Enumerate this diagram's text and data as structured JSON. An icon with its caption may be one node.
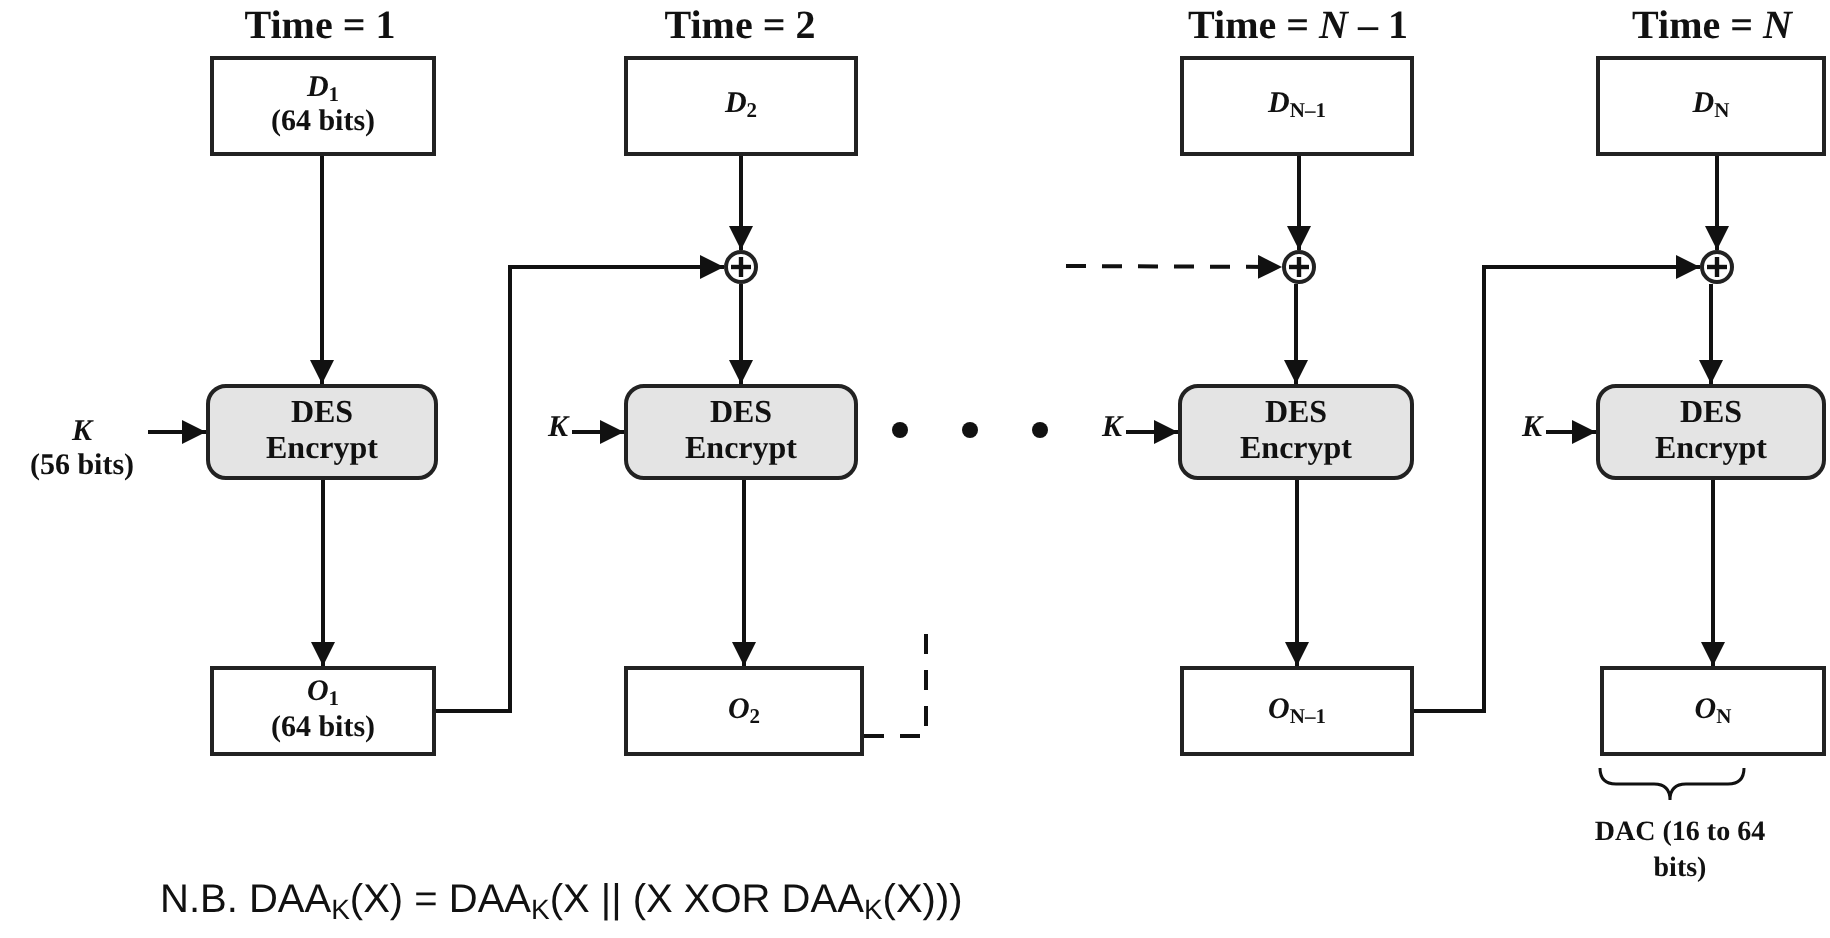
{
  "diagram": {
    "nodes": [
      {
        "text": [
          "*D*$_{1}$",
          "(64 bits)"
        ]
      },
      {
        "text": [
          "DES Encrypt"
        ]
      },
      {
        "text": [
          "*O*$_{1}$",
          "(64 bits)"
        ]
      },
      {
        "text": [
          "*K*",
          "(56 bits)"
        ]
      },
      {
        "text": [
          "*D*$_{2}$"
        ]
      },
      {
        "text": [],
        "shape": "circle"
      },
      {
        "text": [
          "DES Encrypt"
        ]
      },
      {
        "text": [
          "*O*$_{2}$"
        ]
      },
      {
        "text": [
          "*K*"
        ]
      },
      {
        "text": [
          "*D*$_{N–1}$"
        ]
      },
      {
        "text": [],
        "shape": "circle"
      },
      {
        "text": [
          "DES Encrypt"
        ]
      },
      {
        "text": [
          "*O*$_{N–1}$"
        ]
      },
      {
        "text": [
          "*K*"
        ]
      },
      {
        "text": [
          "*D*$_{N}$"
        ]
      },
      {
        "text": [],
        "shape": "circle"
      },
      {
        "text": [
          "DES Encrypt"
        ]
      },
      {
        "text": [
          "*O*$_{N}$"
        ],
        "beside": [
          "DAC (16 to 64 bits)"
        ]
      },
      {
        "text": [
          "*K*"
        ]
      }
    ],
    "edges": [
      {
        "from": 0,
        "to": 1,
        "arrow": "to"
      },
      {
        "from": 3,
        "to": 1,
        "arrow": "to"
      },
      {
        "from": 1,
        "to": 2,
        "arrow": "to"
      },
      {
        "from": 2,
        "to": 5,
        "arrow": "to"
      },
      {
        "from": 4,
        "to": 5,
        "arrow": "to"
      },
      {
        "from": 5,
        "to": 6,
        "arrow": "to"
      },
      {
        "from": 8,
        "to": 6,
        "arrow": "to"
      },
      {
        "from": 6,
        "to": 7,
        "arrow": "to"
      },
      {
        "from": 7,
        "to": null,
        "arrow": "none",
        "style": "dashed"
      },
      {
        "from": null,
        "to": 10,
        "arrow": "to",
        "style": "dashed"
      },
      {
        "from": 9,
        "to": 10,
        "arrow": "to"
      },
      {
        "from": 10,
        "to": 11,
        "arrow": "to"
      },
      {
        "from": 13,
        "to": 11,
        "arrow": "to"
      },
      {
        "from": 11,
        "to": 12,
        "arrow": "to"
      },
      {
        "from": 12,
        "to": 15,
        "arrow": "to"
      },
      {
        "from": 14,
        "to": 15,
        "arrow": "to"
      },
      {
        "from": 15,
        "to": 16,
        "arrow": "to"
      },
      {
        "from": 18,
        "to": 16,
        "arrow": "to"
      },
      {
        "from": 16,
        "to": 17,
        "arrow": "to"
      }
    ],
    "labels": [
      "Time = 1",
      "Time = 2",
      "Time = *N* – 1",
      "Time = *N*",
      "N.B.  DAA$_{K}$(X)  =  DAA$_{K}$(X || (X  XOR  DAA$_{K}$(X)))"
    ]
  }
}
